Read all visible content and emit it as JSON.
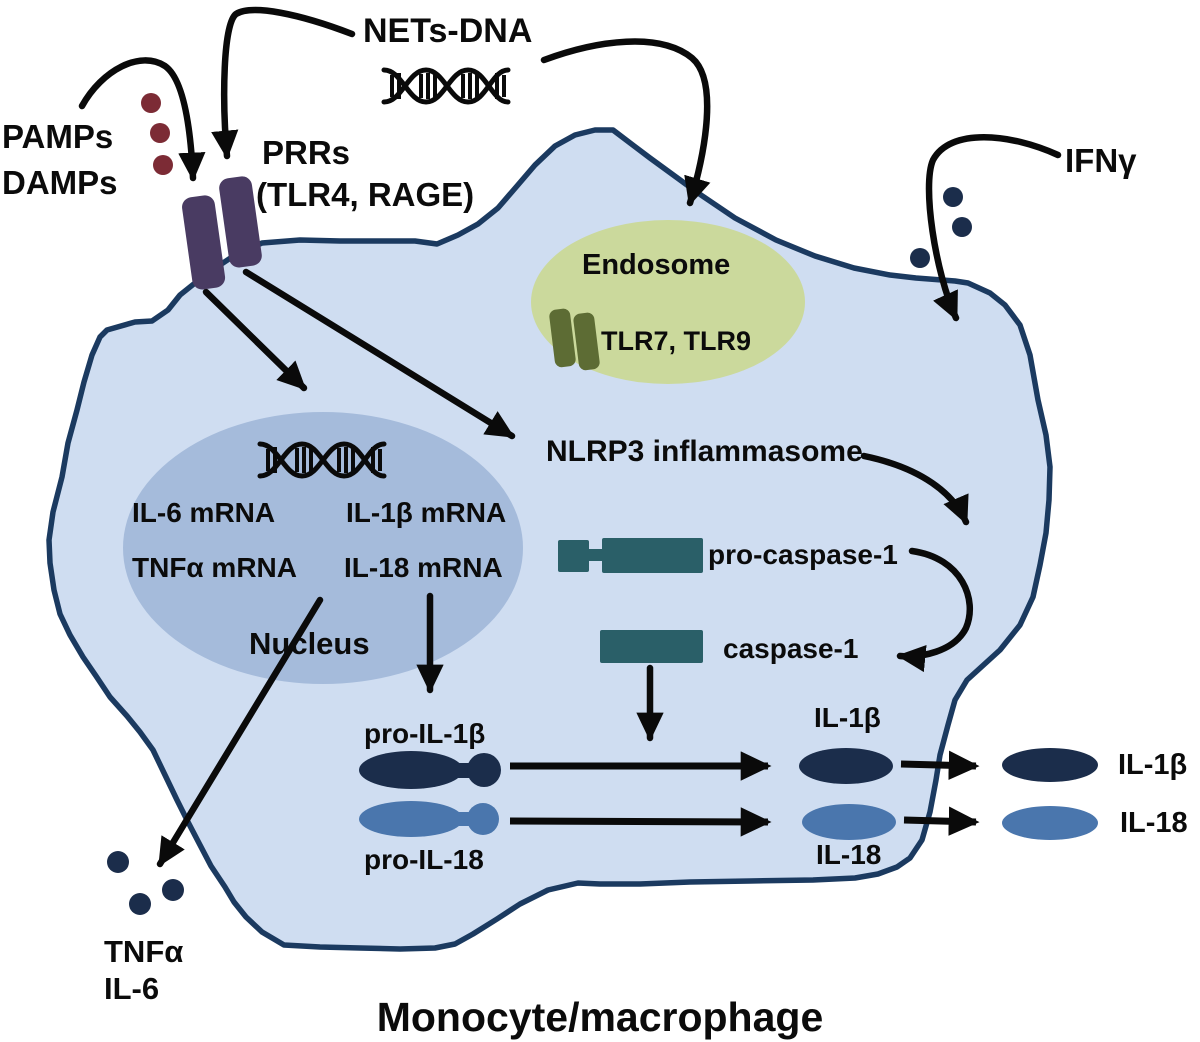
{
  "figure": {
    "cell_label": "Monocyte/macrophage"
  },
  "extracellular": {
    "nets_dna": "NETs-DNA",
    "pamps": "PAMPs",
    "damps": "DAMPs",
    "ifng": "IFNγ",
    "tnfa": "TNFα",
    "il6": "IL-6",
    "il1b_secreted": "IL-1β",
    "il18_secreted": "IL-18"
  },
  "membrane_receptors": {
    "prrs": "PRRs",
    "prrs_sub": "(TLR4, RAGE)"
  },
  "endosome": {
    "label": "Endosome",
    "receptors": "TLR7, TLR9"
  },
  "nucleus": {
    "label": "Nucleus",
    "il6_mrna": "IL-6 mRNA",
    "il1b_mrna": "IL-1β mRNA",
    "tnfa_mrna": "TNFα mRNA",
    "il18_mrna": "IL-18 mRNA"
  },
  "cytoplasm": {
    "nlrp3": "NLRP3 inflammasome",
    "pro_caspase1": "pro-caspase-1",
    "caspase1": "caspase-1",
    "pro_il1b": "pro-IL-1β",
    "pro_il18": "pro-IL-18",
    "il1b_intracellular": "IL-1β",
    "il18_intracellular": "IL-18"
  },
  "icons": {
    "dna_helix_top": "dna-helix-icon",
    "dna_helix_nucleus": "dna-helix-icon",
    "tlr4_rage_receptors": "membrane-receptor-icon",
    "tlr7_tlr9_receptors": "endosomal-receptor-icon",
    "pamp_damp_particles": "ligand-dot-icon",
    "ifng_particles": "ligand-dot-icon",
    "tnfa_il6_particles": "cytokine-dot-icon",
    "pro_caspase1_shape": "pro-caspase-domain-icon",
    "caspase1_shape": "caspase-domain-icon",
    "pro_il1b_shape": "pro-cytokine-dumbbell-icon",
    "pro_il18_shape": "pro-cytokine-dumbbell-icon",
    "mature_cytokine_shape": "cytokine-ellipse-icon"
  },
  "colors": {
    "cell_fill": "#cfddf1",
    "membrane": "#1b3a60",
    "nucleus_fill": "#a5bbdb",
    "endosome_fill": "#cbd99c",
    "receptor_purple": "#493b62",
    "receptor_olive": "#5d6c34",
    "teal": "#2a5f68",
    "dark_navy": "#1b2d4b",
    "mid_blue": "#4a76ad",
    "maroon": "#7c2b35",
    "arrow_black": "#0a0a0a",
    "text_black": "#0b0b0b"
  }
}
